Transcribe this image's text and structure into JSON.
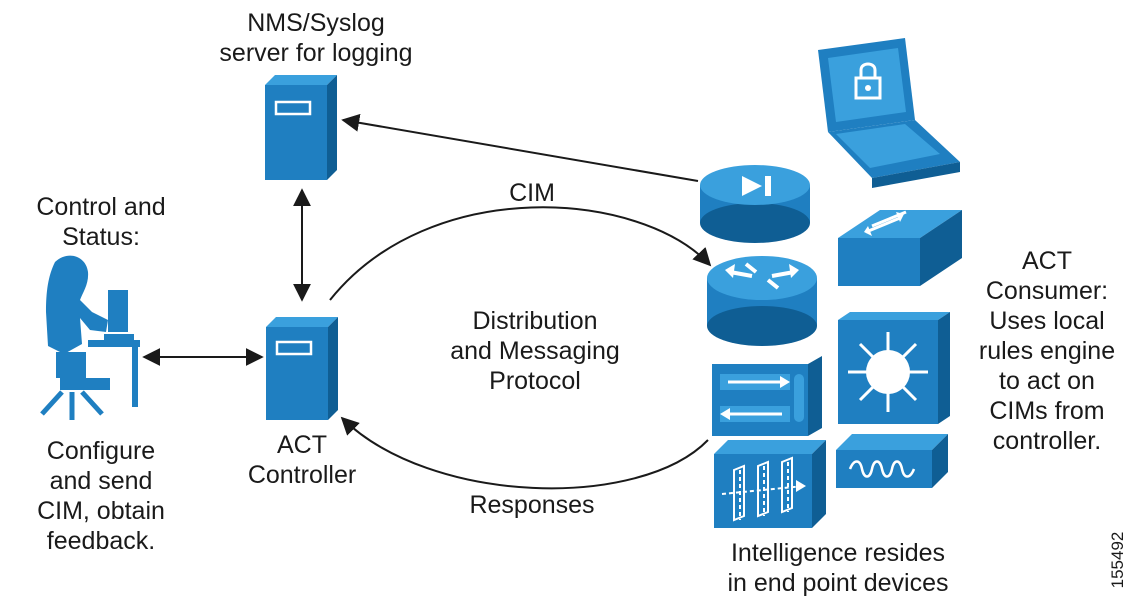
{
  "labels": {
    "nms": [
      "NMS/Syslog",
      "server for logging"
    ],
    "control_status": [
      "Control and",
      "Status:"
    ],
    "configure": [
      "Configure",
      "and send",
      "CIM, obtain",
      "feedback."
    ],
    "act_controller": [
      "ACT",
      "Controller"
    ],
    "cim": "CIM",
    "distribution": [
      "Distribution",
      "and Messaging",
      "Protocol"
    ],
    "responses": "Responses",
    "act_consumer": [
      "ACT",
      "Consumer:",
      "Uses local",
      "rules engine",
      "to act on",
      "CIMs from",
      "controller."
    ],
    "intelligence": [
      "Intelligence resides",
      "in end point devices"
    ],
    "figure_id": "155492"
  },
  "colors": {
    "device_blue": "#1f7fc1",
    "device_light": "#3aa0dd",
    "device_dark": "#0f5e94",
    "arrow": "#1a1a1a"
  },
  "icons": [
    "server-icon",
    "operator-workstation-icon",
    "laptop-lock-icon",
    "firewall-icon",
    "router-icon",
    "workgroup-switch-icon",
    "layer3-switch-icon",
    "ids-sensor-icon",
    "content-switch-icon",
    "server-blade-icon"
  ]
}
